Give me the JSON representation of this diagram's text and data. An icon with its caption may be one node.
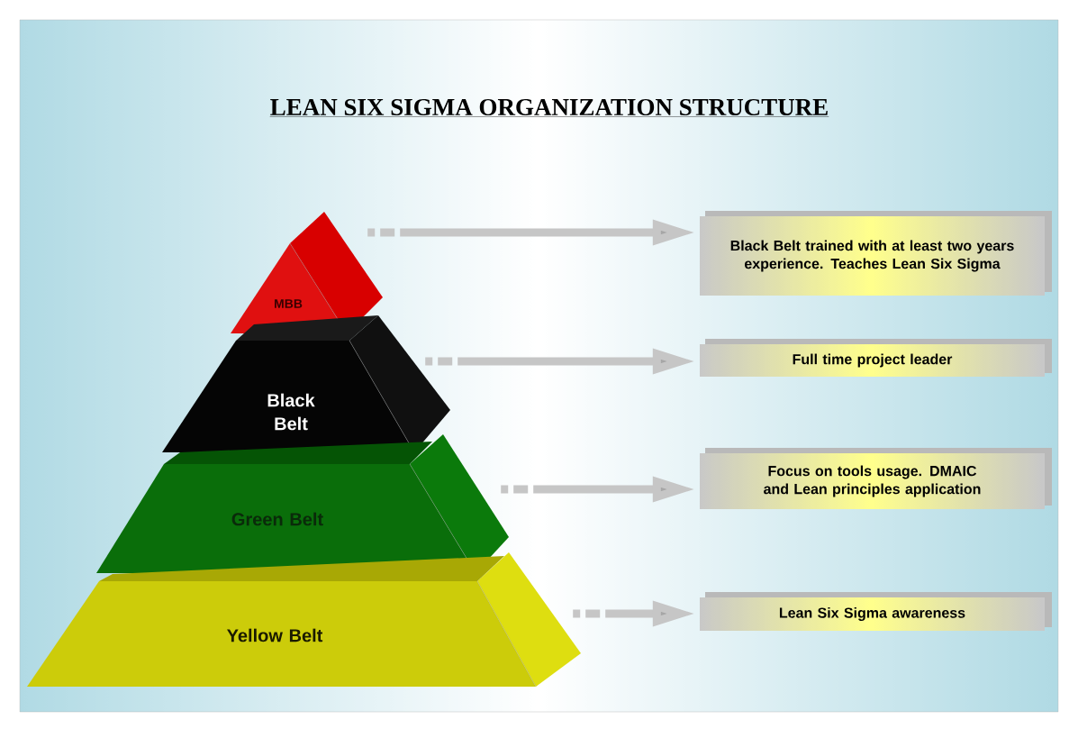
{
  "diagram": {
    "title": "LEAN SIX SIGMA ORGANIZATION STRUCTURE",
    "nodes": [
      {
        "text": [
          "MBB"
        ]
      },
      {
        "text": [
          "Black Belt"
        ]
      },
      {
        "text": [
          "Green Belt"
        ]
      },
      {
        "text": [
          "Yellow Belt"
        ]
      },
      {
        "text": [
          "Black Belt trained with at least two years experience. Teaches Lean Six Sigma"
        ]
      },
      {
        "text": [
          "Full time project leader"
        ]
      },
      {
        "text": [
          "Focus on tools usage. DMAIC and Lean principles application"
        ]
      },
      {
        "text": [
          "Lean Six Sigma awareness"
        ]
      }
    ],
    "edges": [
      {
        "from": 0,
        "to": 4,
        "arrow": "to"
      },
      {
        "from": 1,
        "to": 5,
        "arrow": "to"
      },
      {
        "from": 2,
        "to": 6,
        "arrow": "to"
      },
      {
        "from": 3,
        "to": 7,
        "arrow": "to"
      }
    ]
  }
}
